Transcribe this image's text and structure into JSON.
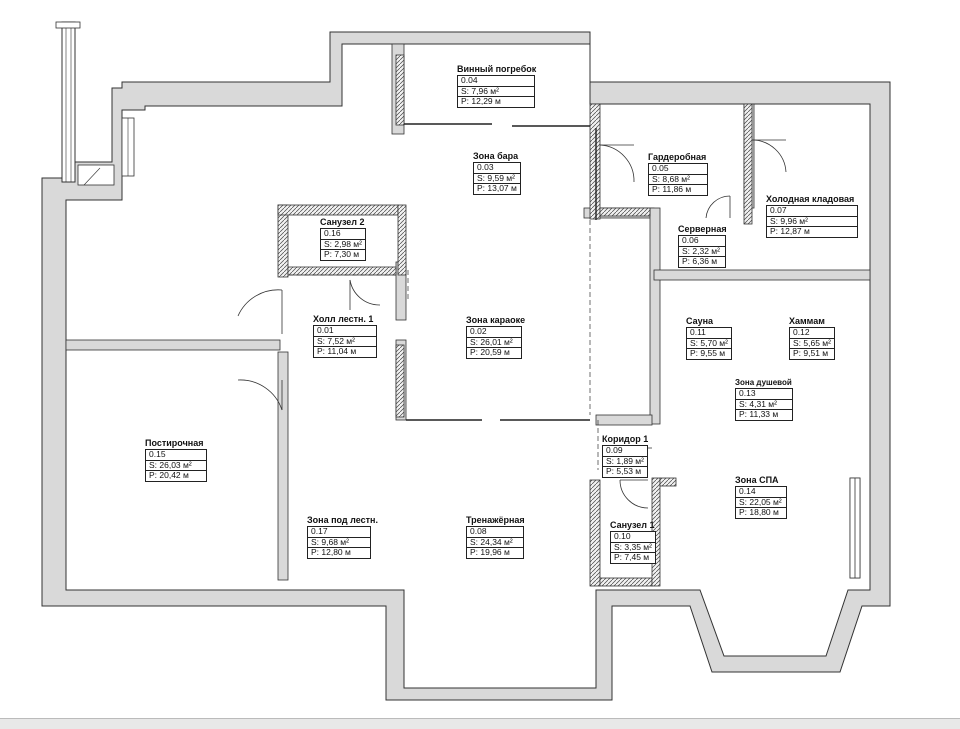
{
  "rooms": [
    {
      "name": "Винный погребок",
      "num": "0.04",
      "area": "S: 7,96 м²",
      "perimeter": "P: 12,29 м"
    },
    {
      "name": "Гардеробная",
      "num": "0.05",
      "area": "S: 8,68 м²",
      "perimeter": "P: 11,86 м"
    },
    {
      "name": "Холодная кладовая",
      "num": "0.07",
      "area": "S: 9,96 м²",
      "perimeter": "P: 12,87 м"
    },
    {
      "name": "Серверная",
      "num": "0.06",
      "area": "S: 2,32 м²",
      "perimeter": "P: 6,36 м"
    },
    {
      "name": "Зона бара",
      "num": "0.03",
      "area": "S: 9,59 м²",
      "perimeter": "P: 13,07 м"
    },
    {
      "name": "Санузел 2",
      "num": "0.16",
      "area": "S: 2,98 м²",
      "perimeter": "P: 7,30 м"
    },
    {
      "name": "Холл лестн. 1",
      "num": "0.01",
      "area": "S: 7,52 м²",
      "perimeter": "P: 11,04 м"
    },
    {
      "name": "Зона караоке",
      "num": "0.02",
      "area": "S: 26,01 м²",
      "perimeter": "P: 20,59 м"
    },
    {
      "name": "Сауна",
      "num": "0.11",
      "area": "S: 5,70 м²",
      "perimeter": "P: 9,55 м"
    },
    {
      "name": "Хаммам",
      "num": "0.12",
      "area": "S: 5,65 м²",
      "perimeter": "P: 9,51 м"
    },
    {
      "name": "Зона душевой",
      "num": "0.13",
      "area": "S: 4,31 м²",
      "perimeter": "P: 11,33 м"
    },
    {
      "name": "Постирочная",
      "num": "0.15",
      "area": "S: 26,03 м²",
      "perimeter": "P: 20,42 м"
    },
    {
      "name": "Коридор 1",
      "num": "0.09",
      "area": "S: 1,89 м²",
      "perimeter": "P: 5,53 м"
    },
    {
      "name": "Зона СПА",
      "num": "0.14",
      "area": "S: 22,05 м²",
      "perimeter": "P: 18,80 м"
    },
    {
      "name": "Зона под лестн.",
      "num": "0.17",
      "area": "S: 9,68 м²",
      "perimeter": "P: 12,80 м"
    },
    {
      "name": "Тренажёрная",
      "num": "0.08",
      "area": "S: 24,34 м²",
      "perimeter": "P: 19,96 м"
    },
    {
      "name": "Санузел 1",
      "num": "0.10",
      "area": "S: 3,35 м²",
      "perimeter": "P: 7,45 м"
    }
  ],
  "colors": {
    "wall": "#d9d9d9",
    "wall_stroke": "#333333",
    "floor": "#ffffff"
  }
}
